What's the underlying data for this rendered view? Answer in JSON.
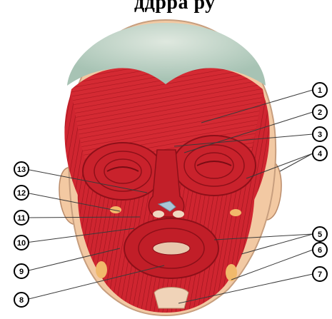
{
  "caption": {
    "text": "ддрра    ру"
  },
  "callouts": [
    {
      "number": "1"
    },
    {
      "number": "2"
    },
    {
      "number": "3"
    },
    {
      "number": "4"
    },
    {
      "number": "5"
    },
    {
      "number": "6"
    },
    {
      "number": "7"
    },
    {
      "number": "8"
    },
    {
      "number": "9"
    },
    {
      "number": "10"
    },
    {
      "number": "11"
    },
    {
      "number": "12"
    },
    {
      "number": "13"
    }
  ],
  "colors": {
    "muscle": "#d42a33",
    "muscle_dark": "#9e1620",
    "skin": "#f2c9a3",
    "scalp": "#c8d8cc",
    "background": "#ffffff"
  }
}
